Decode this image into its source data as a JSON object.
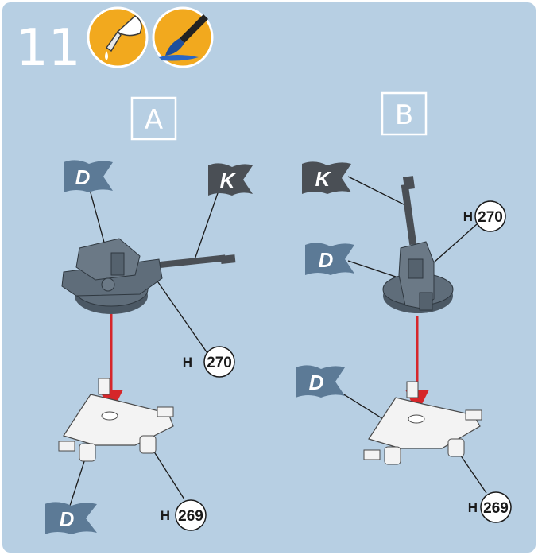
{
  "step": {
    "number": "11",
    "icons": [
      "glue-icon",
      "paint-brush-icon"
    ]
  },
  "views": [
    {
      "label": "A"
    },
    {
      "label": "B"
    }
  ],
  "flags": {
    "a_top_left": "D",
    "a_top_right": "K",
    "a_bottom": "D",
    "b_top": "K",
    "b_mid": "D",
    "b_lower": "D"
  },
  "callouts": {
    "a_turret": {
      "prefix": "H",
      "number": "270"
    },
    "a_base": {
      "prefix": "H",
      "number": "269"
    },
    "b_turret": {
      "prefix": "H",
      "number": "270"
    },
    "b_base": {
      "prefix": "H",
      "number": "269"
    }
  },
  "colors": {
    "background": "#b7cfe3",
    "flag_light": "#5c7a96",
    "flag_dark": "#4a4f55",
    "arrow": "#d6262a",
    "part_grey": "#55626e",
    "icon_orange": "#f2a91e"
  }
}
